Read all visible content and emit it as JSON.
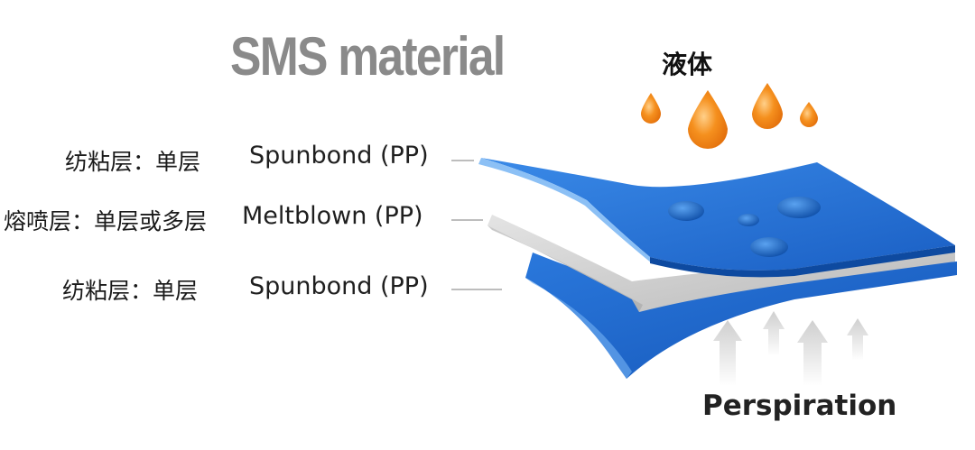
{
  "title": "SMS material",
  "layers": [
    {
      "cn_label": "纺粘层：单层",
      "en_label": "Spunbond (PP)"
    },
    {
      "cn_label": "熔喷层：单层或多层",
      "en_label": "Meltblown (PP)"
    },
    {
      "cn_label": "纺粘层：单层",
      "en_label": "Spunbond (PP)"
    }
  ],
  "liquid_label": "液体",
  "perspiration_label": "Perspiration",
  "colors": {
    "title": "#8a8a8a",
    "spunbond": "#1f6fd6",
    "meltblown": "#c9c9c9",
    "droplet": "#f07a10",
    "arrow": "#d9d9d9"
  }
}
